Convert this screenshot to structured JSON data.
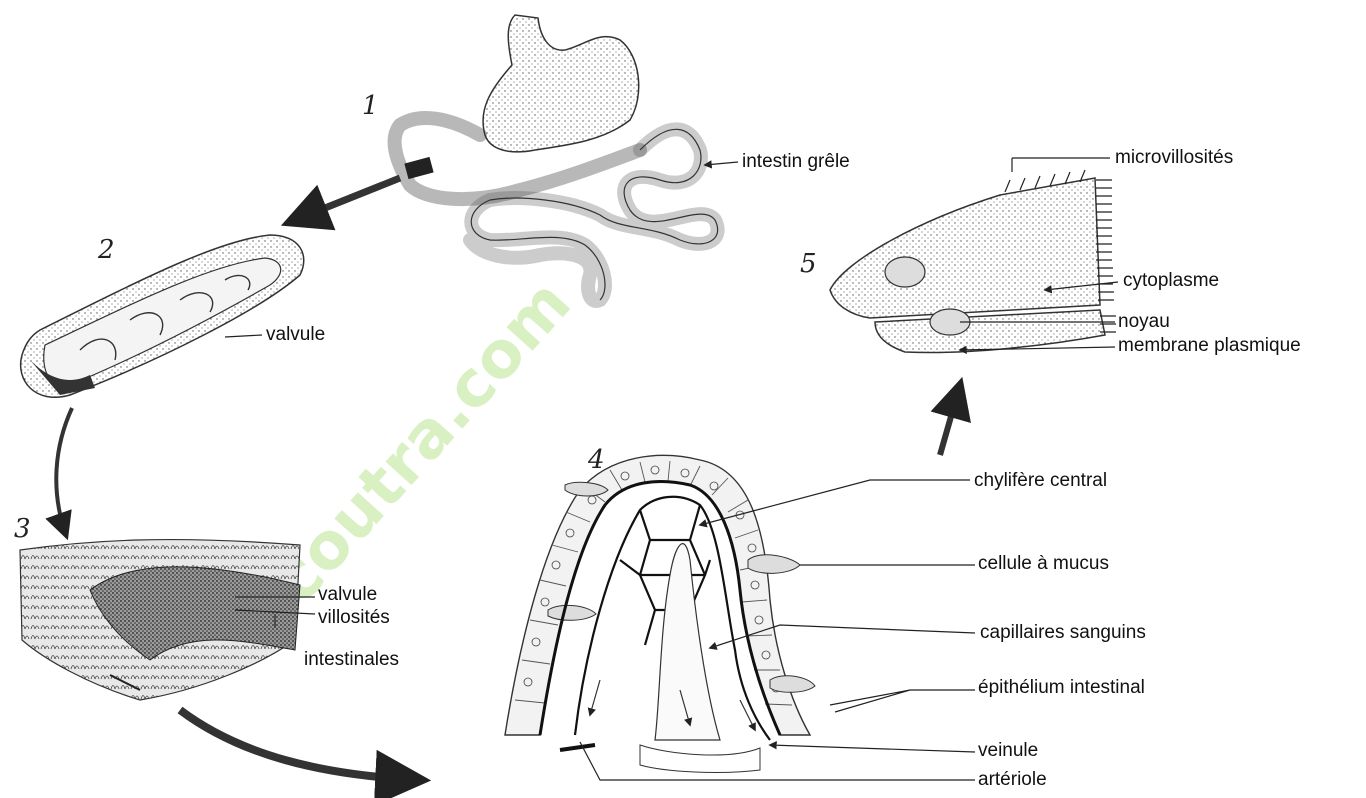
{
  "stages": [
    "1",
    "2",
    "3",
    "4",
    "5"
  ],
  "labels": {
    "intestin": "intestin grêle",
    "valvule_2": "valvule",
    "valvule_3": "valvule",
    "villosites_1": "villosités",
    "villosites_2": "intestinales",
    "microvillosites": "microvillosités",
    "cytoplasme": "cytoplasme",
    "noyau": "noyau",
    "membrane": "membrane plasmique",
    "chylifere": "chylifère central",
    "mucus": "cellule à mucus",
    "capillaires": "capillaires sanguins",
    "epithelium": "épithélium intestinal",
    "veinule": "veinule",
    "arteriole": "artériole"
  },
  "watermark": "ecoutra.com"
}
